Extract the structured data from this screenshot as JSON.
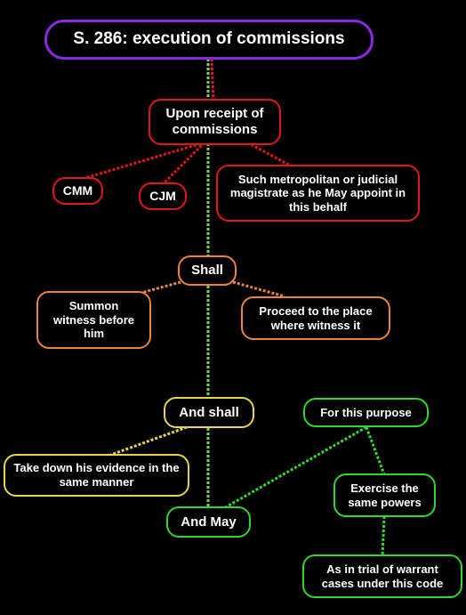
{
  "diagram": {
    "title": "S. 286: execution of commissions",
    "nodes": {
      "receipt": "Upon receipt of commissions",
      "cmm": "CMM",
      "cjm": "CJM",
      "magistrate": "Such metropolitan or judicial magistrate as he May appoint in this behalf",
      "shall": "Shall",
      "summon": "Summon witness before him",
      "proceed": "Proceed to the place where witness it",
      "and_shall": "And shall",
      "take_down": "Take down his evidence in the same manner",
      "for_purpose": "For this purpose",
      "and_may": "And May",
      "exercise": "Exercise the same powers",
      "warrant": "As in trial of warrant cases under this code"
    },
    "colors": {
      "title_border": "#8a2be2",
      "red": "#e0161a",
      "orange": "#e8853b",
      "yellow": "#e8d44d",
      "green": "#32d432",
      "background": "#000000"
    }
  }
}
